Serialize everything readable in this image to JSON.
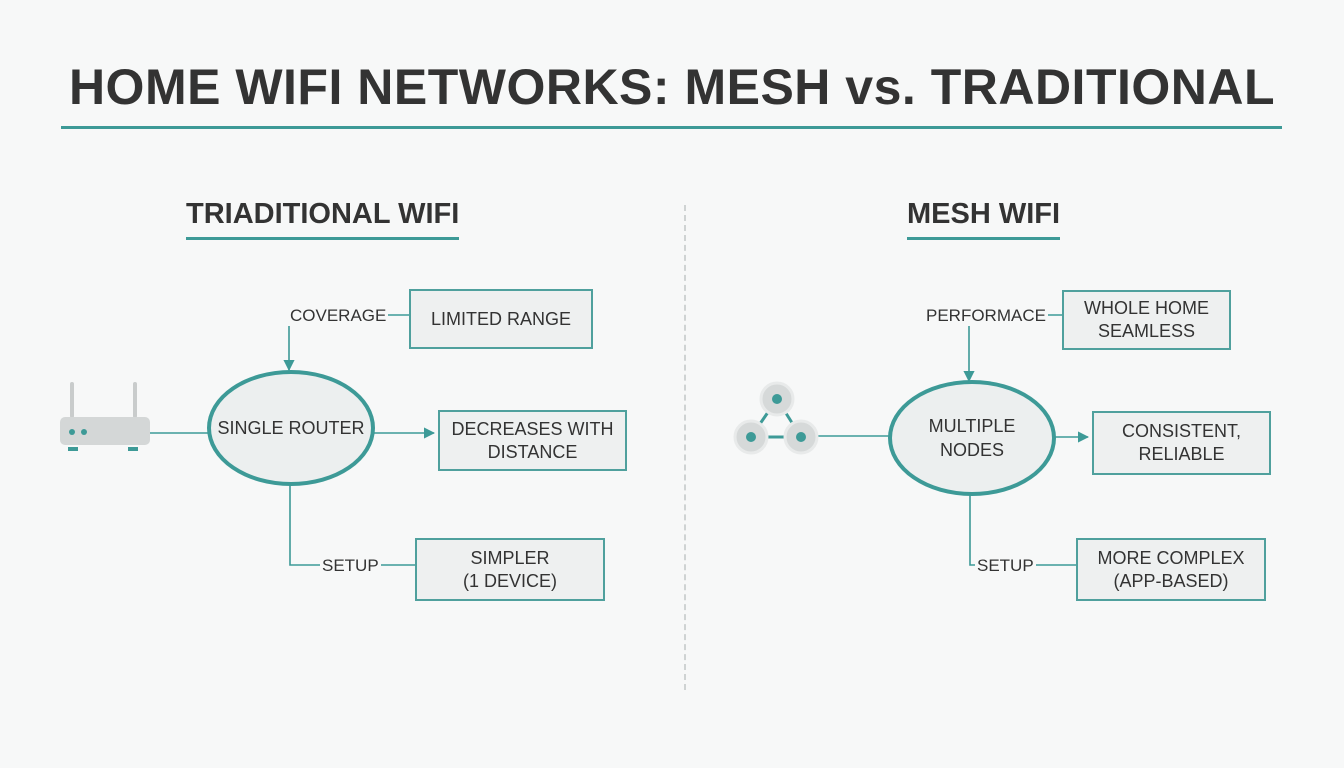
{
  "title": "HOME WIFI NETWORKS: MESH vs. TRADITIONAL",
  "traditional": {
    "heading": "TRIADITIONAL WIFI",
    "node": "SINGLE ROUTER",
    "coverage_label": "COVERAGE",
    "coverage_box": "LIMITED RANGE",
    "performance_box": "DECREASES WITH\nDISTANCE",
    "setup_label": "SETUP",
    "setup_box": "SIMPLER\n(1 DEVICE)"
  },
  "mesh": {
    "heading": "MESH WIFI",
    "node": "MULTIPLE\nNODES",
    "performance_label": "PERFORMACE",
    "coverage_box": "WHOLE HOME\nSEAMLESS",
    "performance_box": "CONSISTENT,\nRELIABLE",
    "setup_label": "SETUP",
    "setup_box": "MORE COMPLEX\n(APP-BASED)"
  },
  "icons": {
    "traditional": "router-icon",
    "mesh": "mesh-nodes-icon"
  },
  "colors": {
    "accent": "#3d9a97",
    "text": "#333333",
    "background": "#f7f8f8"
  }
}
